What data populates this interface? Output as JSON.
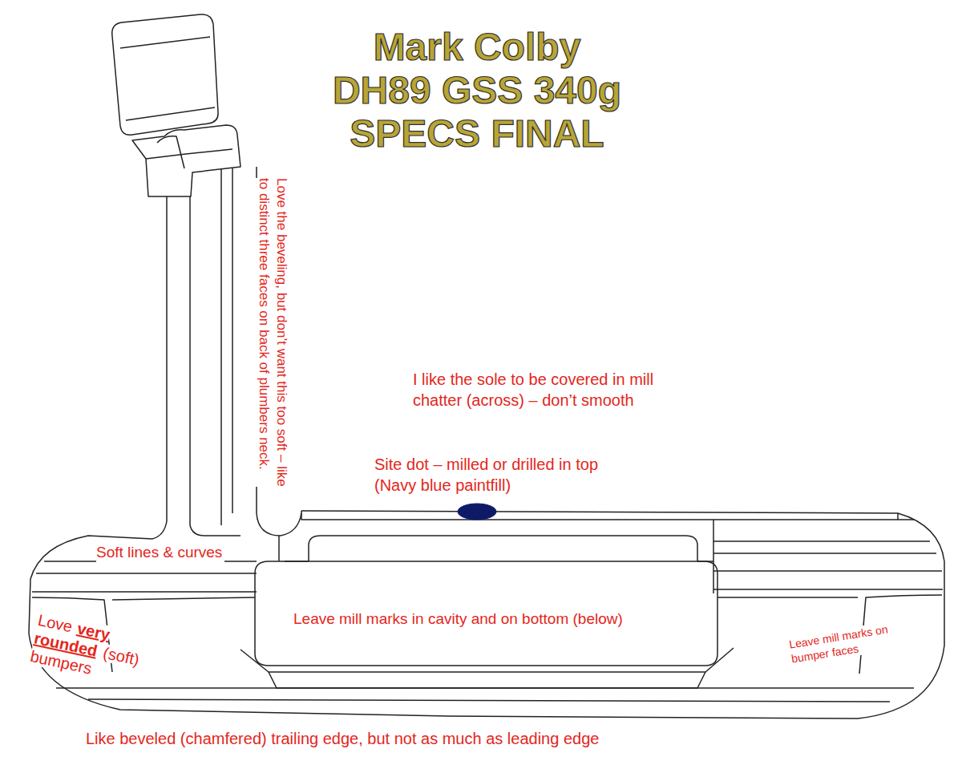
{
  "diagram": {
    "title": "Mark Colby DH89 GSS 340g SPECS FINAL",
    "labels": [
      "Love the beveling, but don’t want this too soft – like to distinct three faces on back of plumbers neck.",
      "I like the sole to be covered in mill chatter (across) – don’t smooth",
      "Site dot – milled or drilled in top (Navy blue paintfill)",
      "Soft lines & curves",
      "Leave mill marks in cavity and on bottom (below)",
      "Love",
      "very",
      "rounded",
      "(soft)",
      "bumpers",
      "Leave mill marks on bumper faces",
      "Like beveled (chamfered) trailing edge, but not as much as leading edge"
    ]
  }
}
